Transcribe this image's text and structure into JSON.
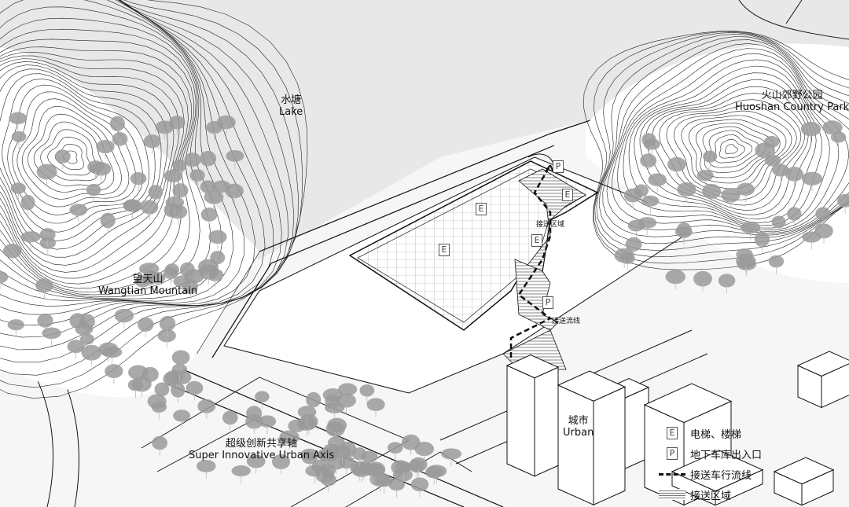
{
  "labels": {
    "lake": {
      "cn": "水塘",
      "en": "Lake"
    },
    "wangtian": {
      "cn": "望天山",
      "en": "Wangtian Mountain"
    },
    "huoshan": {
      "cn": "火山郊野公园",
      "en": "Huoshan Country Park"
    },
    "axis": {
      "cn": "超级创新共享轴",
      "en": "Super Innovative Urban Axis"
    },
    "urban": {
      "cn": "城市",
      "en": "Urban"
    },
    "dropoff_area": "接送区域",
    "dropoff_route": "接送流线"
  },
  "markers": {
    "elevator": "E",
    "parking": "P"
  },
  "legend": [
    {
      "symbol": "E",
      "icon": "elevator-box-icon",
      "label": "电梯、楼梯"
    },
    {
      "symbol": "P",
      "icon": "parking-box-icon",
      "label": "地下车库出入口"
    },
    {
      "symbol": "",
      "icon": "dashed-line-icon",
      "label": "接送车行流线"
    },
    {
      "symbol": "",
      "icon": "hatched-area-icon",
      "label": "接送区域"
    }
  ],
  "colors": {
    "background": "#e8e8e8",
    "land": "#ffffff",
    "tree": "#9a9a9a",
    "line": "#111111"
  }
}
